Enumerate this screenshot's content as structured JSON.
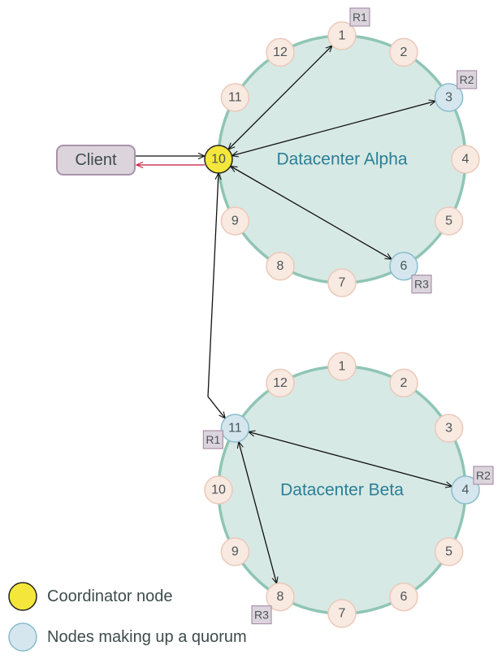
{
  "client": {
    "label": "Client"
  },
  "colors": {
    "ring_fill": "#d7e9e5",
    "ring_stroke": "#8fc5b4",
    "node_fill": "#f8e9e1",
    "node_stroke": "#eac9b8",
    "quorum_fill": "#d5e6ee",
    "quorum_stroke": "#89bccc",
    "coordinator_fill": "#f4e63a",
    "coordinator_stroke": "#222222",
    "replica_fill": "#dcd4dc",
    "replica_stroke": "#a993a9",
    "client_fill": "#dcd4dc",
    "client_stroke": "#a993a9",
    "response_arrow": "#c8163c",
    "label_color": "#2a7f96"
  },
  "datacenters": [
    {
      "name": "Datacenter Alpha",
      "nodes": [
        "1",
        "2",
        "3",
        "4",
        "5",
        "6",
        "7",
        "8",
        "9",
        "10",
        "11",
        "12"
      ],
      "coordinator": "10",
      "quorum": [
        "3",
        "6"
      ],
      "replicas": [
        {
          "node": "1",
          "label": "R1"
        },
        {
          "node": "3",
          "label": "R2"
        },
        {
          "node": "6",
          "label": "R3"
        }
      ]
    },
    {
      "name": "Datacenter Beta",
      "nodes": [
        "1",
        "2",
        "3",
        "4",
        "5",
        "6",
        "7",
        "8",
        "9",
        "10",
        "11",
        "12"
      ],
      "coordinator": null,
      "quorum": [
        "11",
        "4"
      ],
      "replicas": [
        {
          "node": "11",
          "label": "R1"
        },
        {
          "node": "4",
          "label": "R2"
        },
        {
          "node": "8",
          "label": "R3"
        }
      ]
    }
  ],
  "legend": [
    {
      "label": "Coordinator node",
      "type": "coordinator"
    },
    {
      "label": "Nodes making up a quorum",
      "type": "quorum"
    }
  ]
}
